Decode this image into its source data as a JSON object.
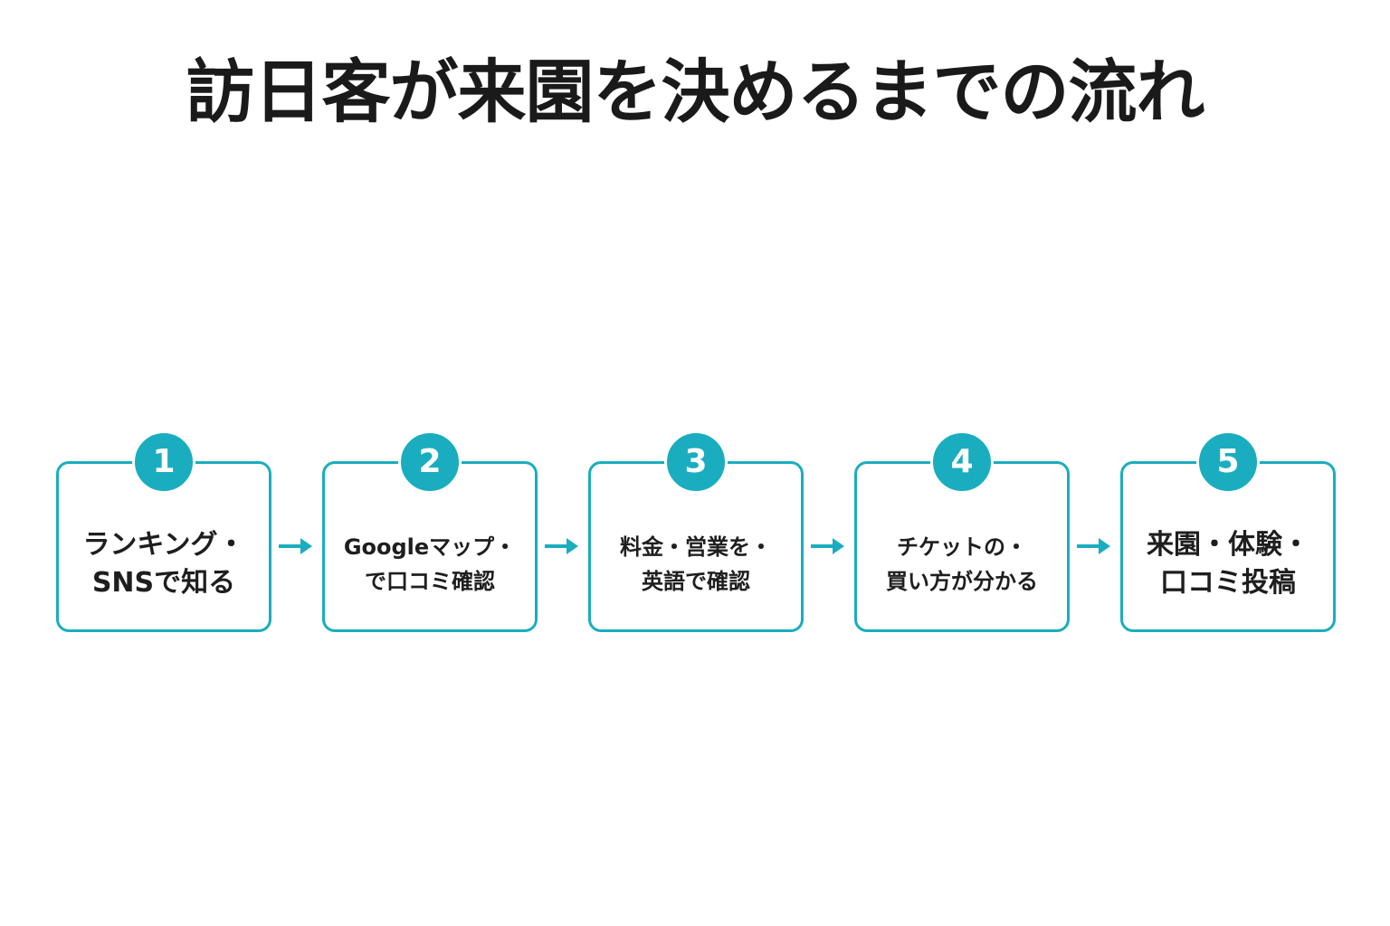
{
  "title": "訪日客が来園を決めるまでの流れ",
  "accent_color": "#1aadbf",
  "steps": [
    {
      "number": "1",
      "line1": "ランキング・",
      "line2": "SNSで知る"
    },
    {
      "number": "2",
      "line1": "Googleマップ・",
      "line2": "で口コミ確認"
    },
    {
      "number": "3",
      "line1": "料金・営業を・",
      "line2": "英語で確認"
    },
    {
      "number": "4",
      "line1": "チケットの・",
      "line2": "買い方が分かる"
    },
    {
      "number": "5",
      "line1": "来園・体験・",
      "line2": "口コミ投稿"
    }
  ]
}
